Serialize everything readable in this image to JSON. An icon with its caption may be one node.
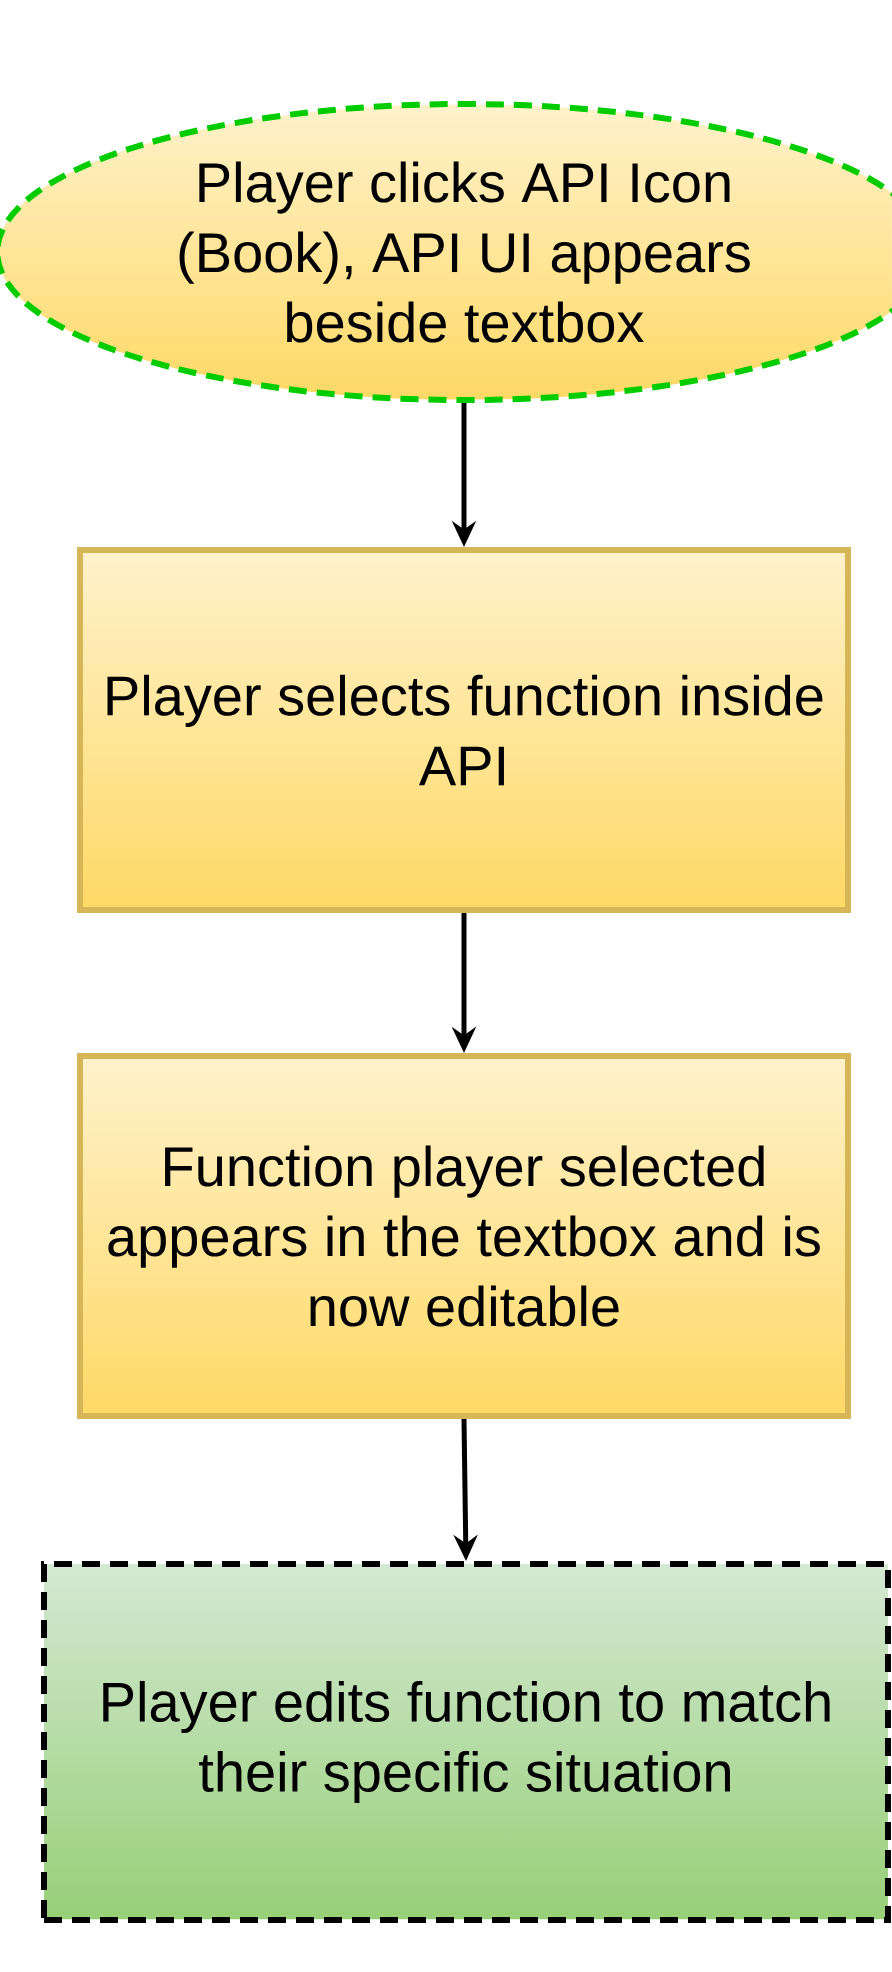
{
  "diagram": {
    "nodes": [
      {
        "text": [
          "Player clicks API Icon (Book), API UI appears beside textbox"
        ]
      },
      {
        "text": [
          "Player selects function inside API"
        ]
      },
      {
        "text": [
          "Function player selected appears in the textbox and is now editable"
        ]
      },
      {
        "text": [
          "Player edits function to match their specific situation"
        ]
      }
    ],
    "edges": [
      {
        "from": 0,
        "to": 1,
        "arrow": "to"
      },
      {
        "from": 1,
        "to": 2,
        "arrow": "to"
      },
      {
        "from": 2,
        "to": 3,
        "arrow": "to"
      }
    ]
  }
}
